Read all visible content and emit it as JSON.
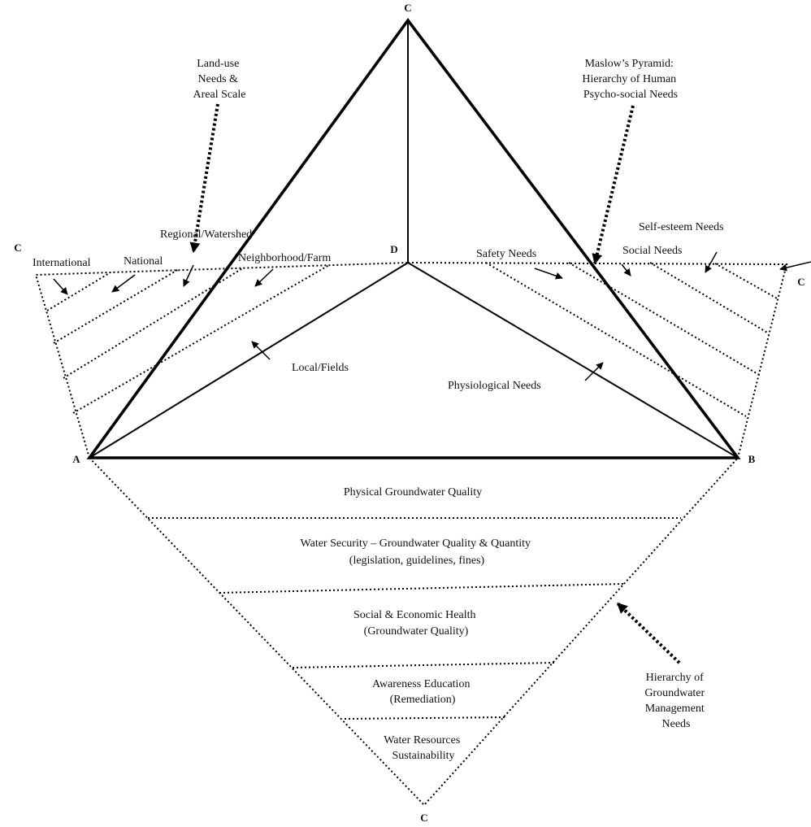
{
  "corners": {
    "apex": "C",
    "left_c": "C",
    "right_c": "C",
    "bottom_c": "C",
    "a": "A",
    "b": "B",
    "d": "D"
  },
  "callouts": {
    "land_use": [
      "Land-use",
      "Needs &",
      "Areal Scale"
    ],
    "maslow": [
      "Maslow’s Pyramid:",
      "Hierarchy of Human",
      "Psycho-social Needs"
    ],
    "groundwater": [
      "Hierarchy of",
      "Groundwater",
      "Management",
      "Needs"
    ]
  },
  "left_face": {
    "international": "International",
    "national": "National",
    "regional": "Regional/Watershed",
    "neighborhood": "Neighborhood/Farm",
    "local": "Local/Fields"
  },
  "right_face": {
    "safety": "Safety Needs",
    "social": "Social Needs",
    "self_esteem": "Self-esteem Needs",
    "physiological": "Physiological Needs"
  },
  "bottom_levels": [
    [
      "Physical Groundwater Quality"
    ],
    [
      "Water Security – Groundwater Quality & Quantity",
      "(legislation, guidelines, fines)"
    ],
    [
      "Social & Economic Health",
      "(Groundwater Quality)"
    ],
    [
      "Awareness Education",
      "(Remediation)"
    ],
    [
      "Water Resources",
      "Sustainability"
    ]
  ]
}
